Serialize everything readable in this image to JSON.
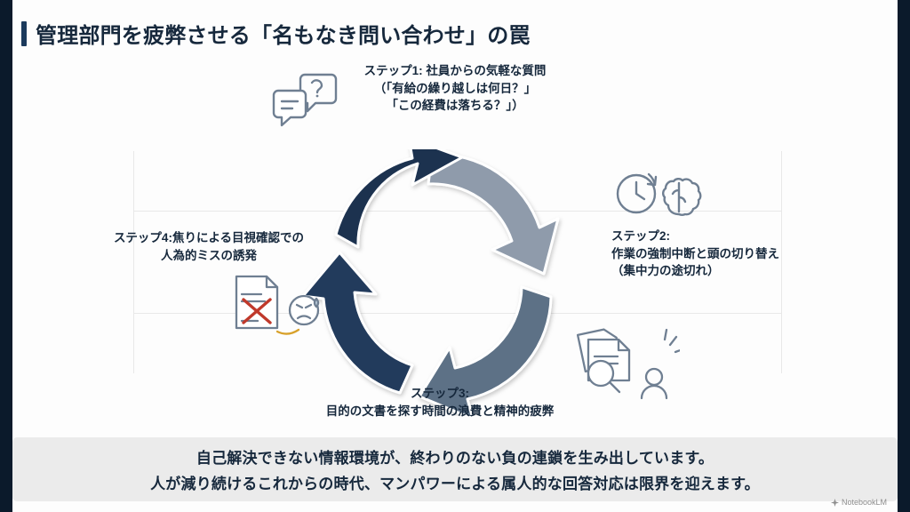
{
  "slide": {
    "title": "管理部門を疲弊させる「名もなき問い合わせ」の罠",
    "accent_color": "#1b3a5c",
    "background_color": "#fdfdfd",
    "edge_bar_color": "#0b1a2b"
  },
  "diagram": {
    "type": "cycle",
    "arrow_colors": [
      "#8f9bab",
      "#5d7186",
      "#233a5c",
      "#16283c"
    ],
    "steps": [
      {
        "id": "step1",
        "lines": [
          "ステップ1: 社員からの気軽な質問",
          "（「有給の繰り越しは何日？」",
          "「この経費は落ちる？」）"
        ],
        "icon": "speech-bubbles-question-icon"
      },
      {
        "id": "step2",
        "lines": [
          "ステップ2:",
          "作業の強制中断と頭の切り替え",
          "（集中力の途切れ）"
        ],
        "icon": "clock-and-brain-icon"
      },
      {
        "id": "step3",
        "lines": [
          "ステップ3:",
          "目的の文書を探す時間の浪費と精神的疲弊"
        ],
        "icon": "documents-magnifier-person-icon"
      },
      {
        "id": "step4",
        "lines": [
          "ステップ4:焦りによる目視確認での",
          "人為的ミスの誘発"
        ],
        "icon": "error-document-tired-face-icon"
      }
    ]
  },
  "banner": {
    "line1": "自己解決できない情報環境が、終わりのない負の連鎖を生み出しています。",
    "line2": "人が減り続けるこれからの時代、マンパワーによる属人的な回答対応は限界を迎えます。",
    "background_color": "#ebebeb"
  },
  "watermark": {
    "label": "NotebookLM"
  }
}
